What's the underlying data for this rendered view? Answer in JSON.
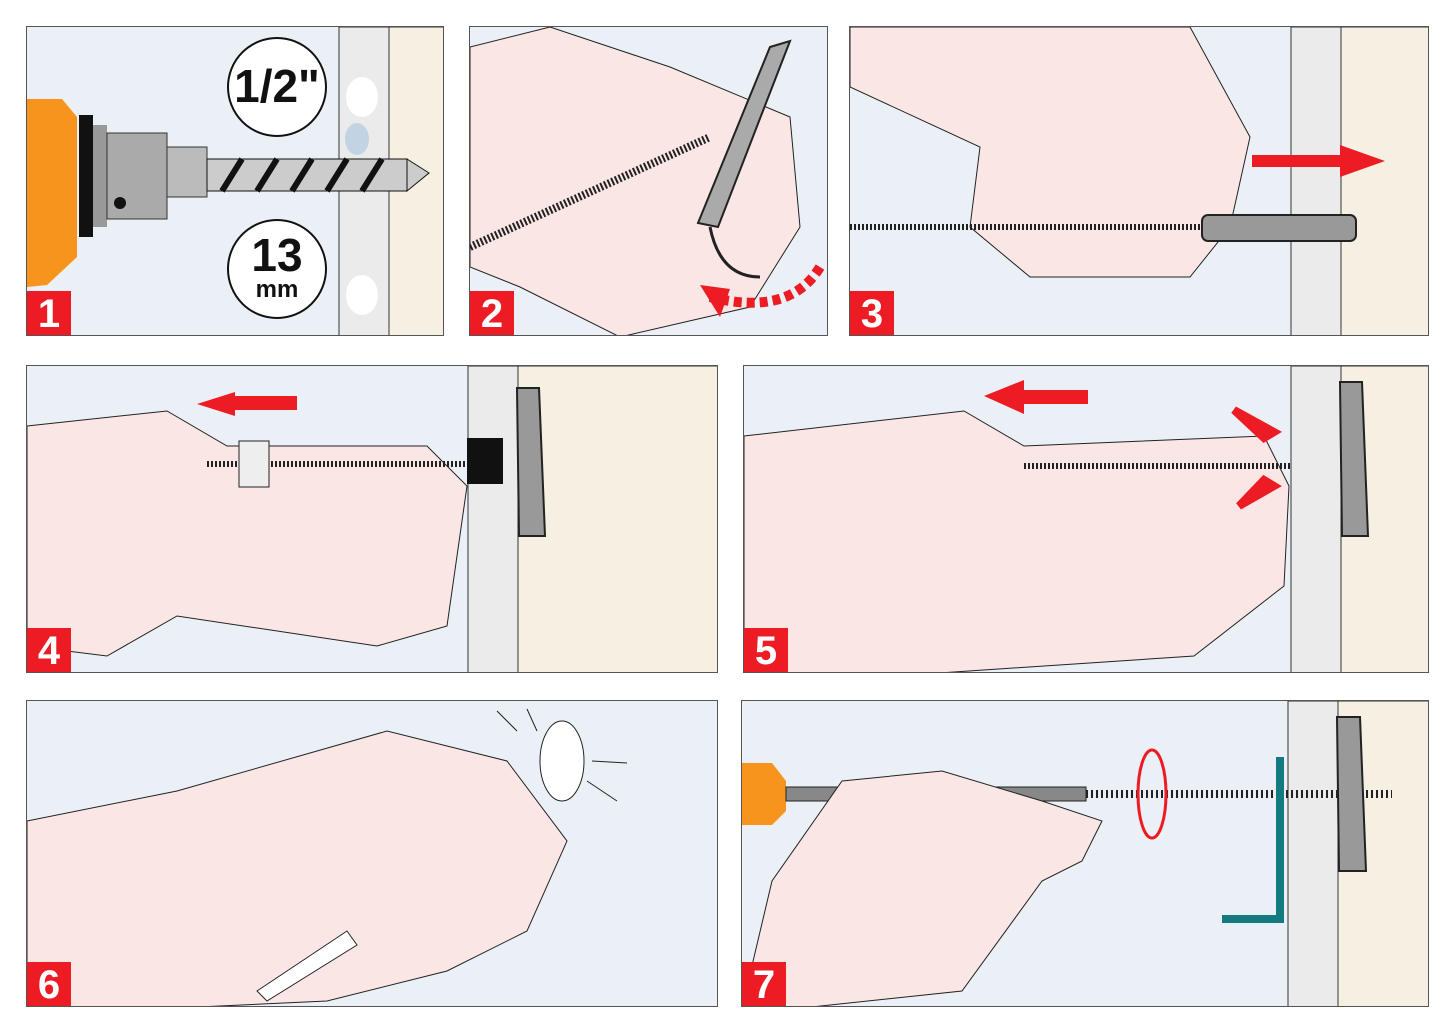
{
  "steps": [
    {
      "number": "1",
      "size_imperial": "1/2\"",
      "size_metric_value": "13",
      "size_metric_unit": "mm"
    },
    {
      "number": "2"
    },
    {
      "number": "3"
    },
    {
      "number": "4"
    },
    {
      "number": "5"
    },
    {
      "number": "6"
    },
    {
      "number": "7"
    }
  ],
  "colors": {
    "arrow": "#ed1c24",
    "drill": "#f7941d",
    "skin": "#fbe6e6",
    "wall": "#ebebeb",
    "stud": "#f6f0e2",
    "bracket": "#137a80"
  }
}
